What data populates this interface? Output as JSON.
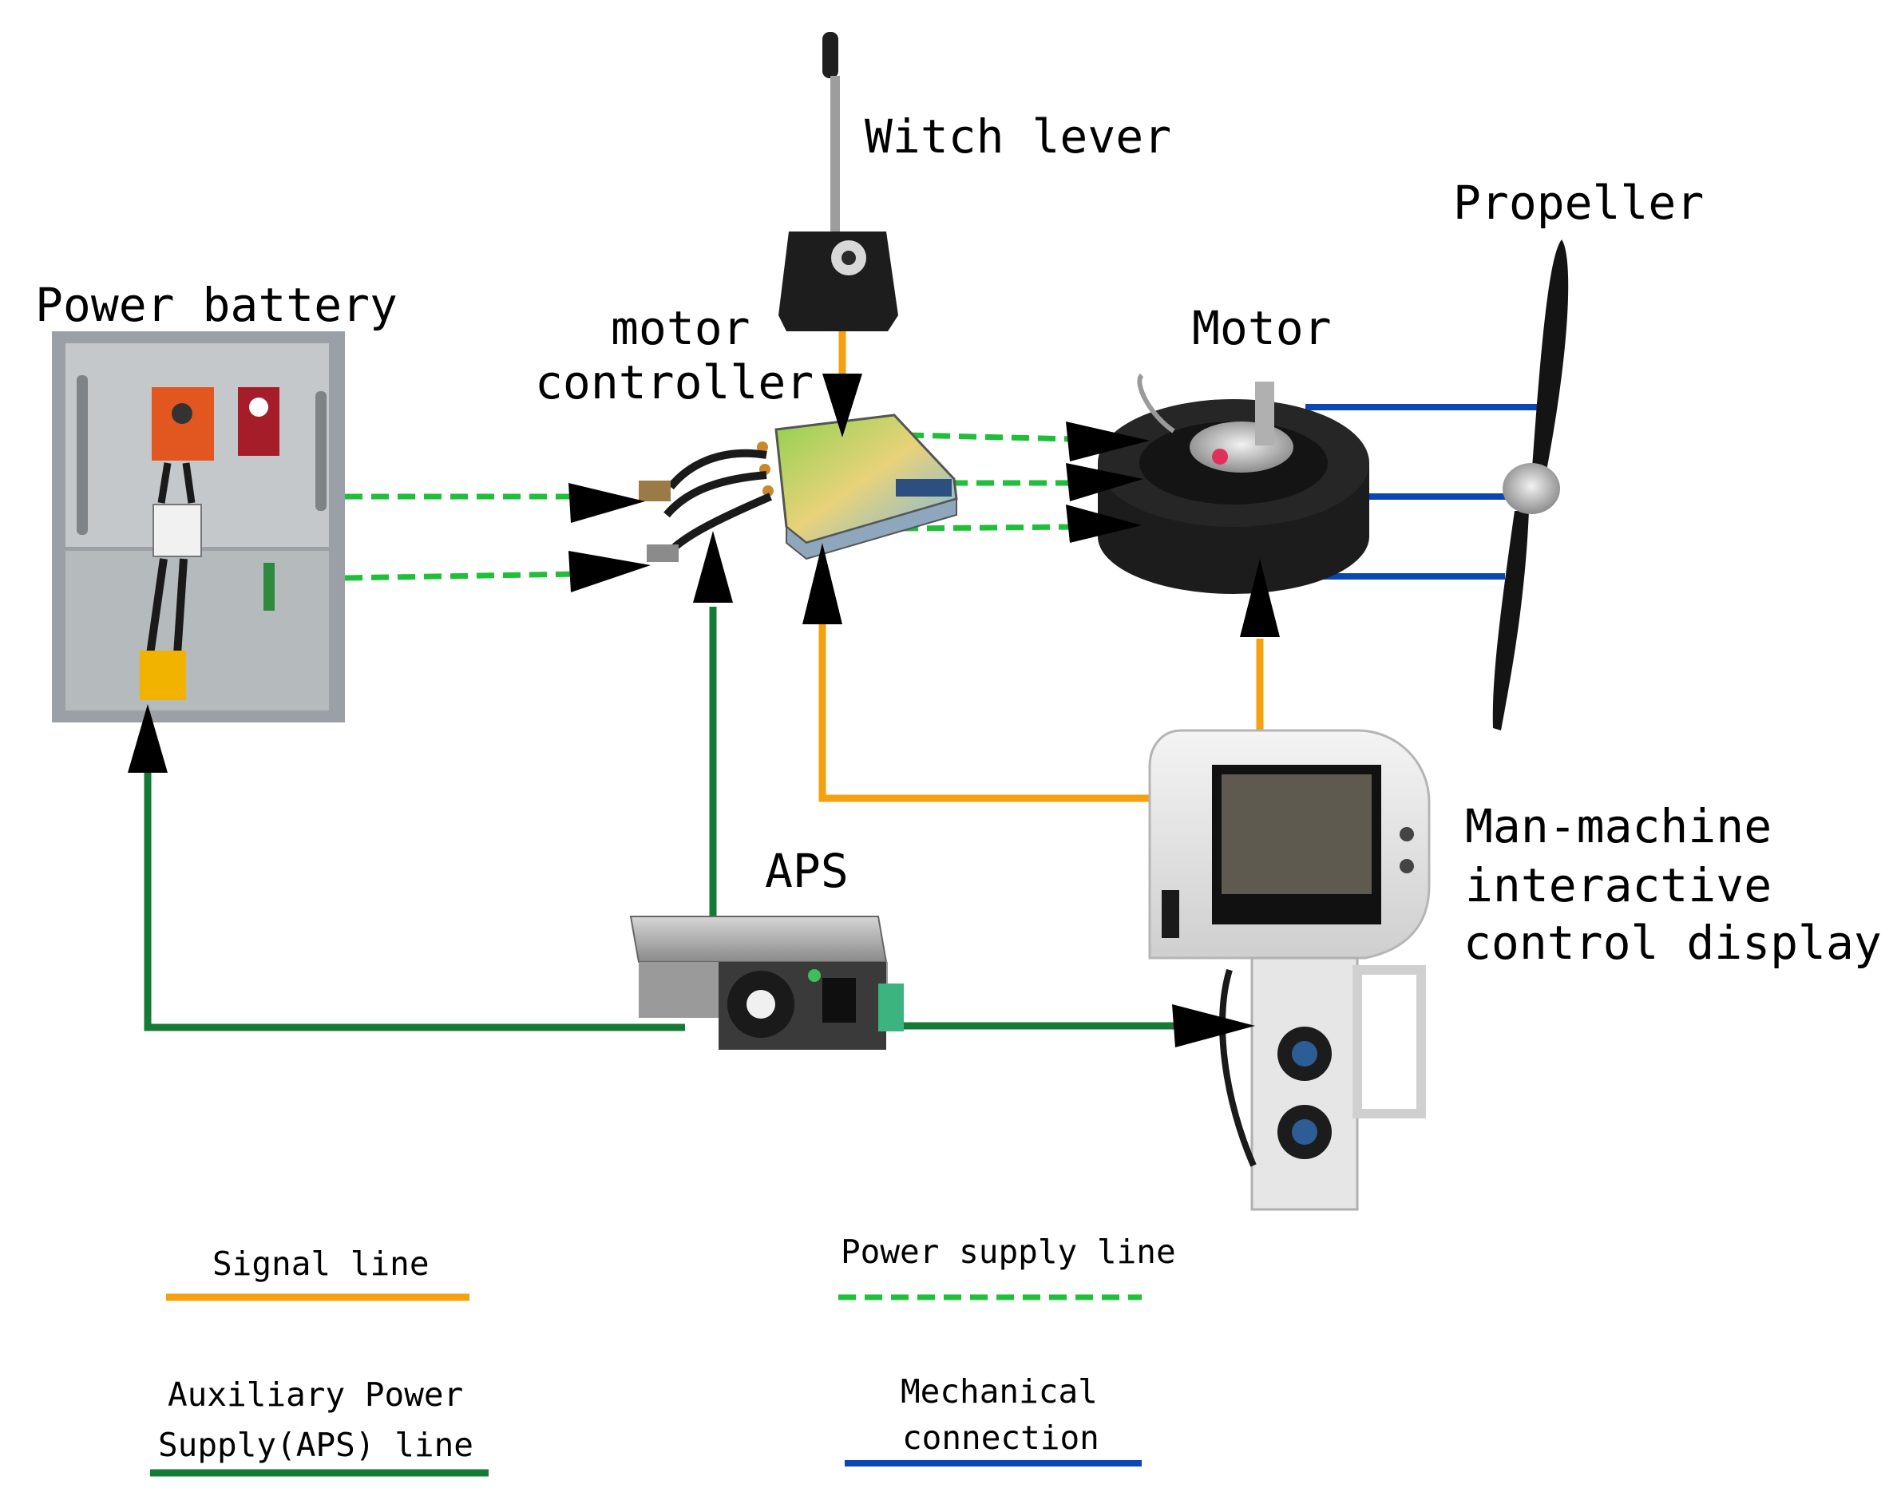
{
  "components": {
    "witch_lever": "Witch lever",
    "propeller": "Propeller",
    "power_battery": "Power battery",
    "motor_controller": [
      "motor",
      "controller"
    ],
    "motor": "Motor",
    "aps": "APS",
    "hmi": [
      "Man-machine",
      "interactive",
      "control display"
    ]
  },
  "legend": {
    "signal": "Signal line",
    "power": "Power supply line",
    "aps": [
      "Auxiliary Power",
      "Supply(APS) line"
    ],
    "mechanical": [
      "Mechanical",
      "connection"
    ]
  },
  "colors": {
    "signal_line": "#f5a00f",
    "power_supply_line": "#1fbf3a",
    "aps_line": "#157a36",
    "mechanical_connection": "#0a47b5",
    "arrowhead": "#000000"
  },
  "icons": {
    "power_battery": "battery-photo",
    "motor_controller": "controller-photo",
    "witch_lever": "lever-photo",
    "motor": "motor-photo",
    "propeller": "propeller-photo",
    "aps": "power-supply-photo",
    "hmi": "display-panel-photo"
  }
}
